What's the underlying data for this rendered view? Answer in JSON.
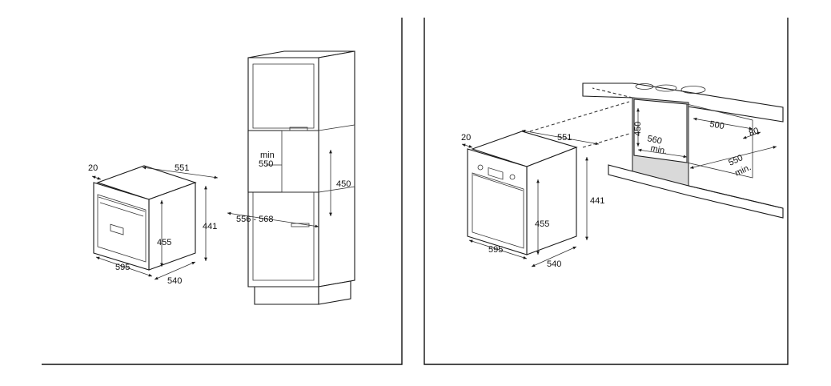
{
  "left_panel": {
    "oven": {
      "depth_front": "20",
      "width_top": "551",
      "height_side": "441",
      "height_front": "455",
      "width_bottom": "595",
      "depth_bottom": "540"
    },
    "cabinet": {
      "min_label": "min",
      "min_value": "550",
      "opening_height": "450",
      "opening_width": "556 - 568"
    }
  },
  "right_panel": {
    "oven": {
      "depth_front": "20",
      "width_top": "551",
      "height_side": "441",
      "height_front": "455",
      "width_bottom": "595",
      "depth_bottom": "540"
    },
    "cutout": {
      "height": "450",
      "width": "560",
      "width_min": "min.",
      "top_width": "500",
      "gap": "80",
      "depth": "550",
      "depth_min": "min."
    }
  }
}
